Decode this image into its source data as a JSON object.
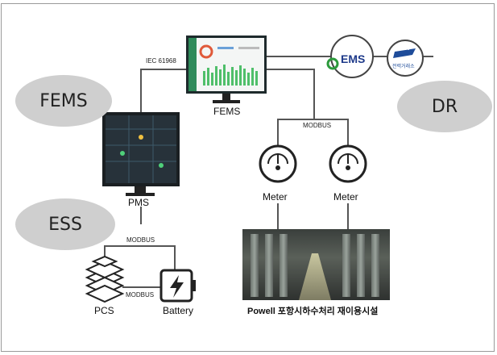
{
  "ellipses": {
    "fems": "FEMS",
    "dr": "DR",
    "ess": "ESS"
  },
  "labels": {
    "iec": "IEC 61968",
    "fems_node": "FEMS",
    "modbus_top": "MODBUS",
    "pms": "PMS",
    "meter_left": "Meter",
    "meter_right": "Meter",
    "modbus_mid": "MODBUS",
    "modbus_low": "MODBUS",
    "pcs": "PCS",
    "battery": "Battery",
    "facility": "Powell 포항시하수처리 재이용시설",
    "gems_logo": "EMS",
    "kpx_logo": "KPX",
    "kpx_sub": "전력거래소"
  },
  "colors": {
    "ellipse_fill": "#cfcfcf",
    "line": "#555555",
    "screen": "#1e2a2c",
    "gems_green": "#2c9a3c",
    "kpx_blue": "#1e4c9a"
  }
}
